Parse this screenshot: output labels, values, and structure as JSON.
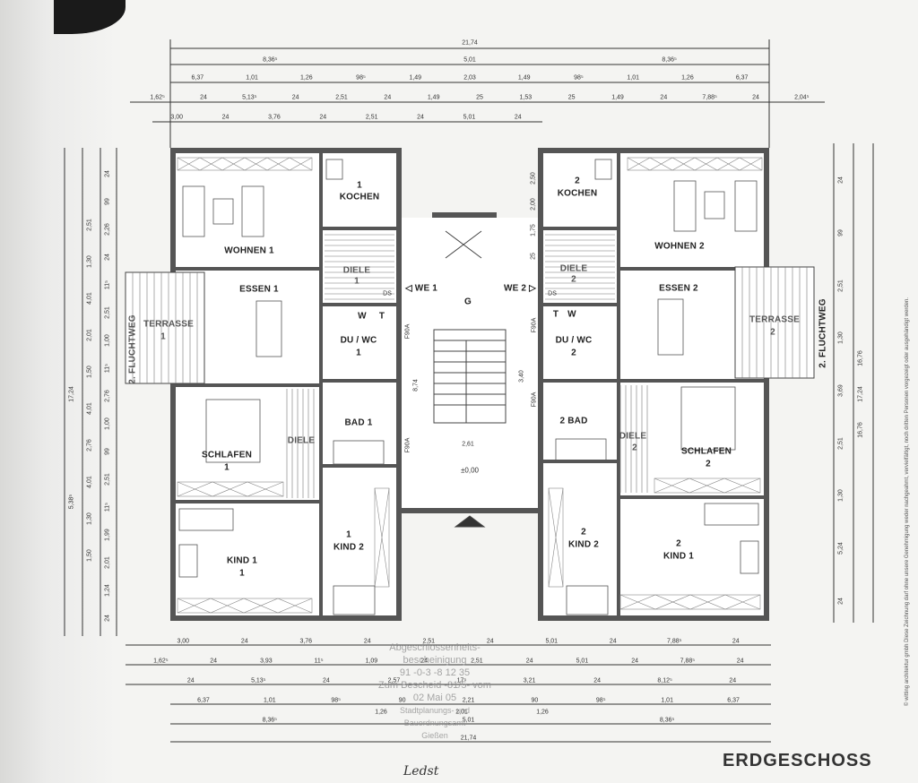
{
  "drawing": {
    "title": "ERDGESCHOSS",
    "copyright": "© witting architektur gmbh   Diese Zeichnung darf ohne unsere Genehmigung weder nachgeahmt, vervielfältigt, noch dritten Personen vorgezeigt oder ausgehändigt werden.",
    "stamp_lines": [
      "Abgeschlossenheits-",
      "bescheinigung",
      "91 -0-3 -8 12 35",
      "Zum Bescheid -81/5- vom",
      "02 Mai 05",
      "Stadtplanungs- und",
      "Bauordnungsamt",
      "Gießen"
    ],
    "signature": "Ledst"
  },
  "rooms": {
    "kochen1": "KOCHEN",
    "kochen1_no": "1",
    "wohnen1": "WOHNEN 1",
    "dielen1": "DIELE",
    "dielen1_no": "1",
    "essen1": "ESSEN 1",
    "terrasse1": "TERRASSE",
    "terrasse1_no": "1",
    "fluchtweg1": "2. FLUCHTWEG",
    "duwc1": "DU / WC",
    "duwc1_no": "1",
    "bad1": "BAD 1",
    "schlafen1": "SCHLAFEN",
    "schlafen1_no": "1",
    "diele1b": "DIELE",
    "kind1a": "KIND 1",
    "kind1a_no": "1",
    "kind2a": "KIND 2",
    "kind2a_no": "1",
    "kochen2": "KOCHEN",
    "kochen2_no": "2",
    "wohnen2": "WOHNEN 2",
    "dielen2": "DIELE",
    "dielen2_no": "2",
    "essen2": "ESSEN 2",
    "terrasse2": "TERRASSE",
    "terrasse2_no": "2",
    "fluchtweg2": "2. FLUCHTWEG",
    "duwc2": "DU / WC",
    "duwc2_no": "2",
    "bad2": "2 BAD",
    "schlafen2": "SCHLAFEN",
    "schlafen2_no": "2",
    "diele2b": "DIELE",
    "diele2b_no": "2",
    "kind1b": "KIND 1",
    "kind1b_no": "2",
    "kind2b": "KIND 2",
    "kind2b_no": "2",
    "we1": "◁ WE 1",
    "we2": "WE 2 ▷",
    "stair_g": "G",
    "level": "±0,00",
    "f90a_1": "F90A",
    "f90a_2": "F90A",
    "f90a_3": "F90A",
    "f90a_4": "F90A",
    "w1": "W",
    "t1": "T",
    "t2": "T",
    "w2": "W",
    "ds1": "DS",
    "ds2": "DS",
    "d874": "8,74",
    "d261": "2,61",
    "d340": "3,40"
  },
  "dims_top": {
    "r1": [
      "21,74"
    ],
    "r2": [
      "8,36⁵",
      "5,01",
      "8,36⁵"
    ],
    "r3": [
      "6,37",
      "1,01",
      "1,26",
      "98⁵",
      "1,49",
      "2,03",
      "1,49",
      "98⁵",
      "1,01",
      "1,26",
      "6,37"
    ],
    "r4": [
      "1,62⁵",
      "24",
      "5,13⁵",
      "24",
      "2,51",
      "24",
      "1,49",
      "25",
      "1,53",
      "25",
      "1,49",
      "24",
      "7,88⁵",
      "24",
      "2,04⁵"
    ],
    "r5": [
      "3,00",
      "24",
      "3,76",
      "24",
      "2,51",
      "24",
      "5,01",
      "24"
    ]
  },
  "dims_bottom": {
    "r1": [
      "3,00",
      "24",
      "3,76",
      "24",
      "2,51",
      "24",
      "5,01",
      "24",
      "7,88⁵",
      "24"
    ],
    "r2": [
      "1,62⁵",
      "24",
      "3,93",
      "11⁵",
      "1,09",
      "24",
      "2,51",
      "24",
      "5,01",
      "24",
      "7,88⁵",
      "24"
    ],
    "r3": [
      "24",
      "5,13⁵",
      "24",
      "2,57",
      "17⁵",
      "3,21",
      "24",
      "8,12⁵",
      "24"
    ],
    "r4": [
      "6,37",
      "1,01",
      "98⁵",
      "90",
      "2,21",
      "90",
      "98⁵",
      "1,01",
      "6,37"
    ],
    "r5": [
      "1,26",
      "2,01",
      "1,26"
    ],
    "r6": [
      "8,36⁵",
      "5,01",
      "8,36⁵"
    ],
    "r7": [
      "21,74"
    ]
  },
  "dims_left": {
    "a": [
      "24",
      "99",
      "2,26",
      "24",
      "11⁵",
      "2,51",
      "1,00",
      "11⁵",
      "2,76",
      "1,00",
      "99",
      "2,51",
      "11⁵",
      "1,99",
      "2,01",
      "1,24",
      "24"
    ],
    "b": [
      "2,51",
      "1,30",
      "4,01",
      "2,01",
      "1,50",
      "4,01",
      "2,76",
      "4,01",
      "1,30",
      "1,50"
    ],
    "c": [
      "17,24",
      "5,38⁵"
    ]
  },
  "dims_right": {
    "a": [
      "24",
      "99",
      "2,51",
      "1,30",
      "3,69",
      "2,51",
      "1,30",
      "5,24",
      "24"
    ],
    "b": [
      "16,76",
      "17,24",
      "16,76"
    ],
    "c": [
      "2,50",
      "2,00",
      "1,75",
      "25"
    ]
  }
}
